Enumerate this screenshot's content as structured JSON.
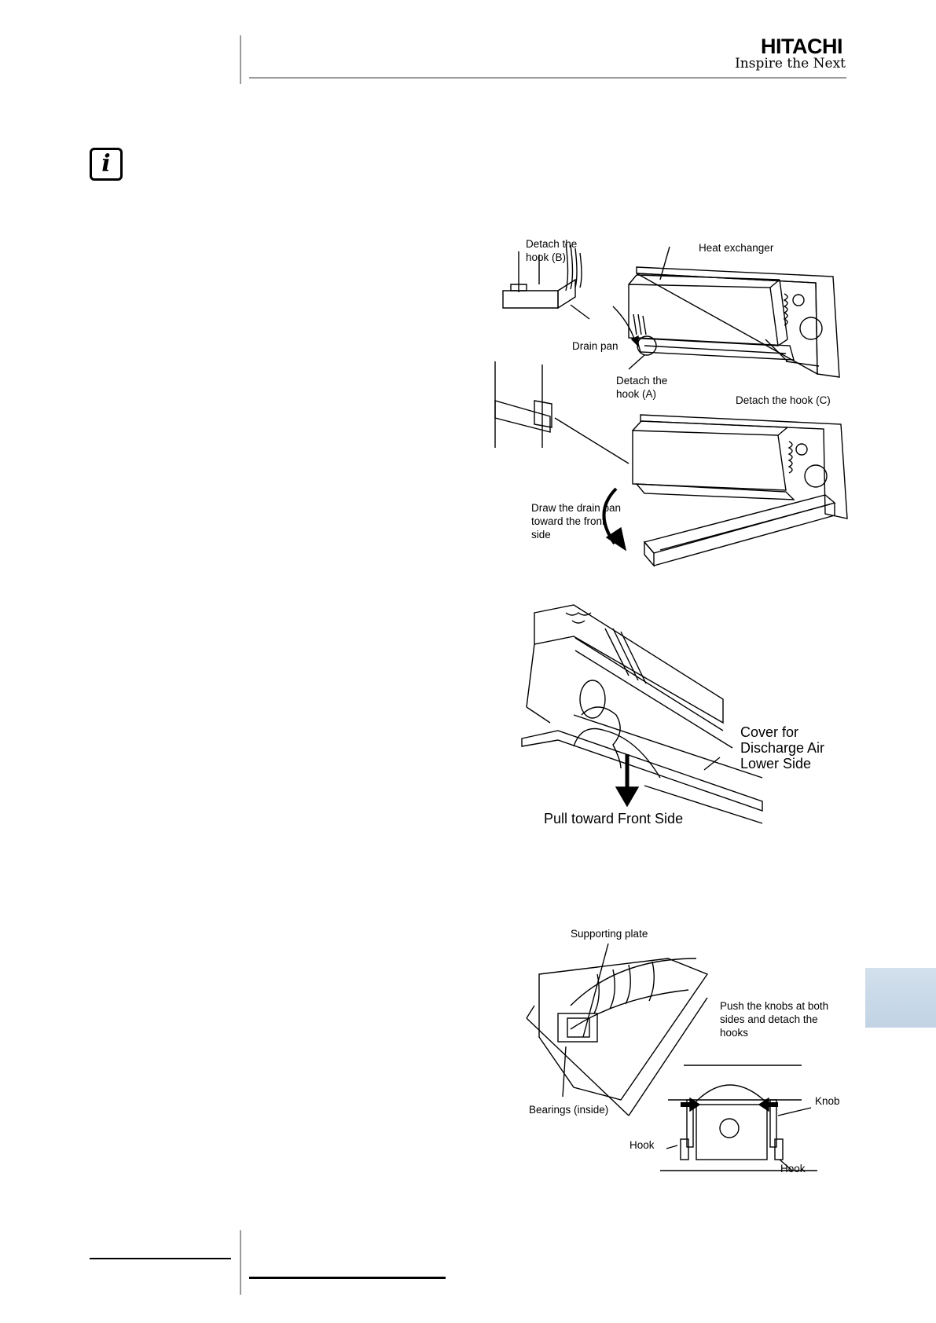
{
  "header": {
    "brand": "HITACHI",
    "tagline": "Inspire the Next"
  },
  "figure1": {
    "detach_hook_b": [
      "Detach the",
      "hook (B)"
    ],
    "heat_exchanger": "Heat exchanger",
    "drain_pan": "Drain pan",
    "detach_hook_a": [
      "Detach the",
      "hook (A)"
    ],
    "detach_hook_c": "Detach the hook (C)",
    "draw_drain_pan": [
      "Draw the drain pan",
      "toward the front",
      "side"
    ]
  },
  "figure2": {
    "cover": [
      "Cover for",
      "Discharge Air",
      "Lower Side"
    ],
    "pull": "Pull toward Front Side"
  },
  "figure3": {
    "supporting_plate": "Supporting plate",
    "push_knobs": [
      "Push the knobs at both",
      "sides and detach the",
      "hooks"
    ],
    "bearings": "Bearings (inside)",
    "knob": "Knob",
    "hook_left": "Hook",
    "hook_right": "Hook"
  }
}
